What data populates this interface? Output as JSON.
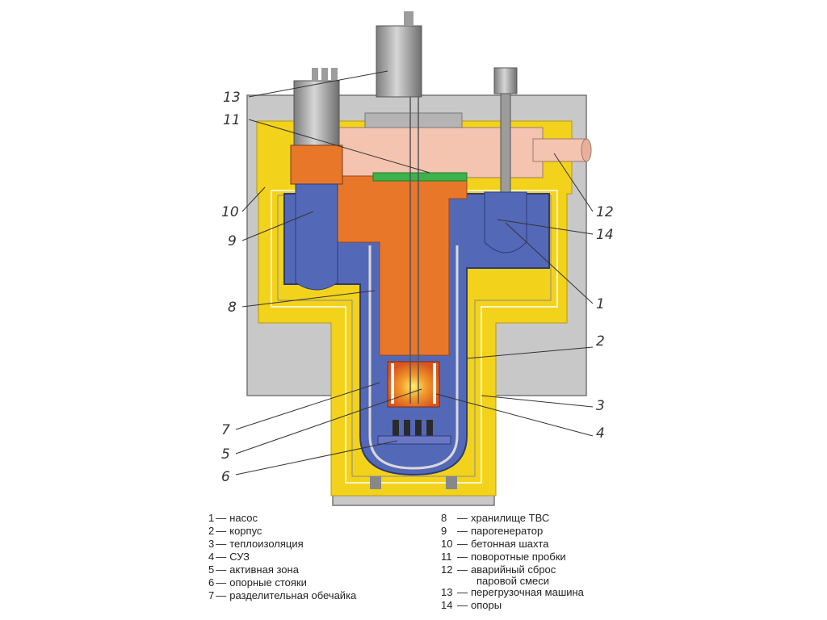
{
  "callouts": [
    "13",
    "11",
    "10",
    "9",
    "8",
    "7",
    "5",
    "6",
    "12",
    "14",
    "1",
    "2",
    "3",
    "4"
  ],
  "legend": {
    "dash": "—",
    "left": [
      {
        "num": "1",
        "text": "насос"
      },
      {
        "num": "2",
        "text": "корпус"
      },
      {
        "num": "3",
        "text": "теплоизоляция"
      },
      {
        "num": "4",
        "text": "СУЗ"
      },
      {
        "num": "5",
        "text": "активная зона"
      },
      {
        "num": "6",
        "text": "опорные стояки"
      },
      {
        "num": "7",
        "text": "разделительная обечайка"
      }
    ],
    "right": [
      {
        "num": "8",
        "text": "хранилище ТВС"
      },
      {
        "num": "9",
        "text": "парогенератор"
      },
      {
        "num": "10",
        "text": "бетонная шахта"
      },
      {
        "num": "11",
        "text": "поворотные пробки"
      },
      {
        "num": "12",
        "text": "аварийный сброс",
        "text2": "паровой смеси"
      },
      {
        "num": "13",
        "text": "перегрузочная машина"
      },
      {
        "num": "14",
        "text": "опоры"
      }
    ]
  },
  "colors": {
    "concrete": "#c8c8c8",
    "insulation": "#f3d21b",
    "coolant": "#5468b8",
    "hot": "#e8772a",
    "plug": "#f4c4b0",
    "steel": "#9c9c9c"
  }
}
